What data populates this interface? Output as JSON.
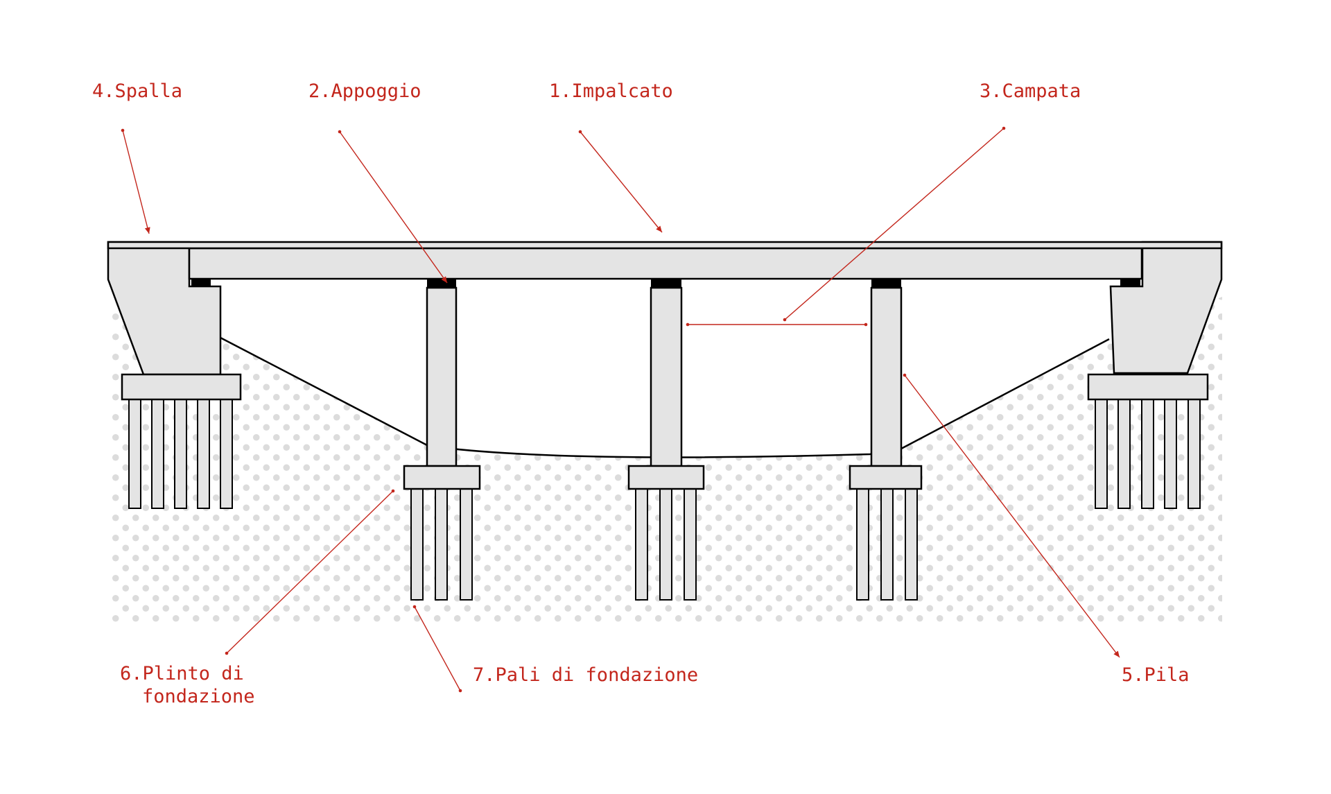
{
  "colors": {
    "background": "#ffffff",
    "accent_red": "#c3261c",
    "concrete_fill": "#e4e4e4",
    "outline": "#000000",
    "ground_dots": "#dcdcdc",
    "bearing_black": "#000000"
  },
  "labels": {
    "impalcato": "1.Impalcato",
    "appoggio": "2.Appoggio",
    "campata": "3.Campata",
    "spalla": "4.Spalla",
    "pila": "5.Pila",
    "plinto_line1": "6.Plinto di",
    "plinto_line2": "fondazione",
    "pali": "7.Pali di fondazione"
  }
}
